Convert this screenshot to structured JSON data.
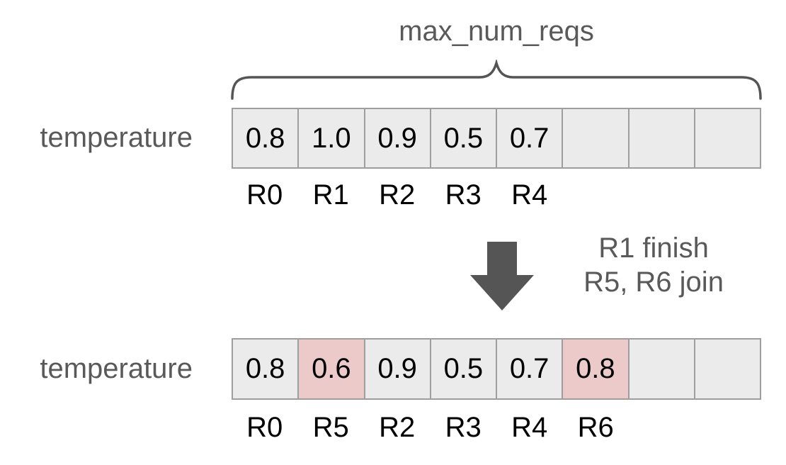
{
  "colors": {
    "cell_bg": "#ebebeb",
    "cell_highlight_bg": "#eccaca",
    "cell_border": "#9e9e9e",
    "muted_text": "#595959",
    "arrow_color": "#555555",
    "value_text": "#000000",
    "page_bg": "#ffffff"
  },
  "brace_label": "max_num_reqs",
  "row1": {
    "label": "temperature",
    "cells": [
      {
        "value": "0.8",
        "highlight": false
      },
      {
        "value": "1.0",
        "highlight": false
      },
      {
        "value": "0.9",
        "highlight": false
      },
      {
        "value": "0.5",
        "highlight": false
      },
      {
        "value": "0.7",
        "highlight": false
      },
      {
        "value": "",
        "highlight": false
      },
      {
        "value": "",
        "highlight": false
      },
      {
        "value": "",
        "highlight": false
      }
    ],
    "request_labels": [
      "R0",
      "R1",
      "R2",
      "R3",
      "R4",
      "",
      "",
      ""
    ]
  },
  "transition": {
    "line1": "R1 finish",
    "line2": "R5, R6 join"
  },
  "row2": {
    "label": "temperature",
    "cells": [
      {
        "value": "0.8",
        "highlight": false
      },
      {
        "value": "0.6",
        "highlight": true
      },
      {
        "value": "0.9",
        "highlight": false
      },
      {
        "value": "0.5",
        "highlight": false
      },
      {
        "value": "0.7",
        "highlight": false
      },
      {
        "value": "0.8",
        "highlight": true
      },
      {
        "value": "",
        "highlight": false
      },
      {
        "value": "",
        "highlight": false
      }
    ],
    "request_labels": [
      "R0",
      "R5",
      "R2",
      "R3",
      "R4",
      "R6",
      "",
      ""
    ]
  }
}
